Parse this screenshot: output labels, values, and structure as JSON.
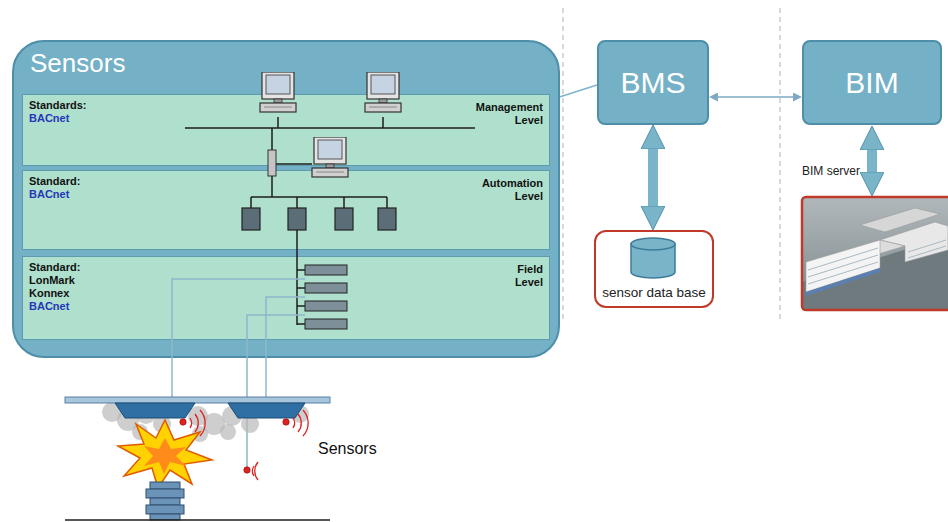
{
  "diagram": {
    "nodes": [
      {
        "text": [
          "Sensors"
        ]
      },
      {
        "text": [
          "Standards:",
          "BACnet",
          "Management Level"
        ],
        "in": 0
      },
      {
        "text": [
          "Standard:",
          "BACnet",
          "Automation Level"
        ],
        "in": 0
      },
      {
        "text": [
          "Standard:",
          "LonMark",
          "Konnex",
          "BACnet",
          "Field Level"
        ],
        "in": 0
      },
      {
        "text": [
          "BMS"
        ]
      },
      {
        "text": [
          "sensor data base"
        ]
      },
      {
        "text": [
          "BIM"
        ]
      }
    ],
    "edges": [
      {
        "from": 1,
        "to": 4,
        "arrow": "none"
      },
      {
        "from": 4,
        "to": 6,
        "arrow": "both"
      },
      {
        "from": 4,
        "to": 5,
        "arrow": "both"
      }
    ],
    "labels": [
      "BIM server",
      "Sensors"
    ]
  }
}
